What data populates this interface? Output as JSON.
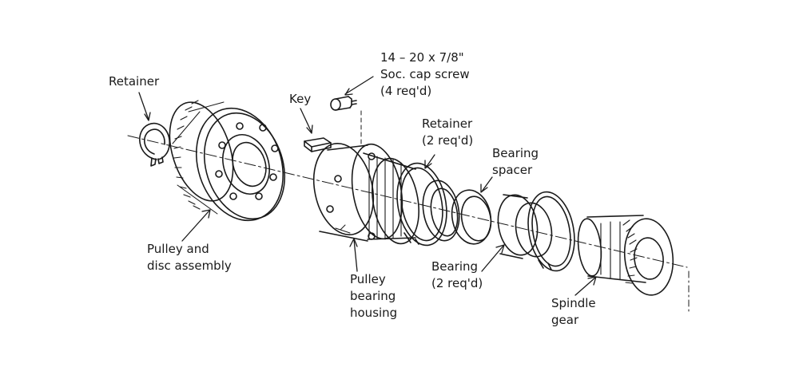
{
  "diagram": {
    "labels": {
      "retainer_left": [
        "Retainer"
      ],
      "key": [
        "Key"
      ],
      "screw": [
        "14 – 20 x 7/8\"",
        "Soc. cap screw",
        "(4 req'd)"
      ],
      "retainer_right": [
        "Retainer",
        "(2 req'd)"
      ],
      "bearing_spacer": [
        "Bearing",
        "spacer"
      ],
      "bearing": [
        "Bearing",
        "(2 req'd)"
      ],
      "spindle_gear": [
        "Spindle",
        "gear"
      ],
      "pulley_disc": [
        "Pulley and",
        "disc assembly"
      ],
      "housing": [
        "Pulley",
        "bearing",
        "housing"
      ]
    },
    "line_color": "#1a1a1a"
  }
}
